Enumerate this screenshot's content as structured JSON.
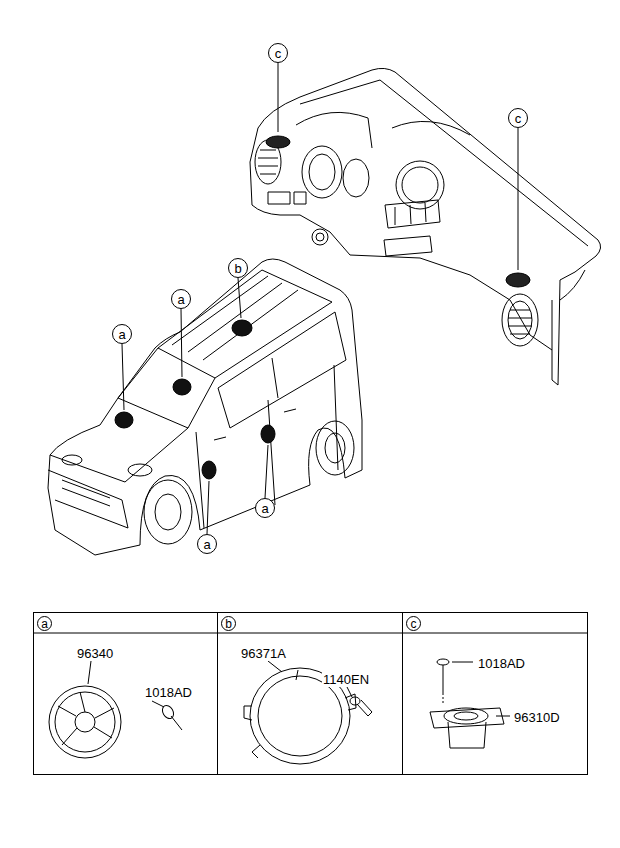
{
  "diagram": {
    "nodes": [
      {
        "text": [
          "c"
        ]
      },
      {
        "text": [
          "c"
        ]
      },
      {
        "text": [
          "b"
        ]
      },
      {
        "text": [
          "a"
        ]
      },
      {
        "text": [
          "a"
        ]
      },
      {
        "text": [
          "a"
        ]
      },
      {
        "text": [
          "a"
        ]
      },
      {
        "text": [
          "96340",
          "1018AD"
        ]
      },
      {
        "text": [
          "a"
        ],
        "in": 7
      },
      {
        "text": [
          "96371A",
          "1140EN"
        ]
      },
      {
        "text": [
          "b"
        ],
        "in": 9
      },
      {
        "text": [
          "1018AD",
          "96310D"
        ]
      },
      {
        "text": [
          "c"
        ],
        "in": 11
      }
    ]
  }
}
